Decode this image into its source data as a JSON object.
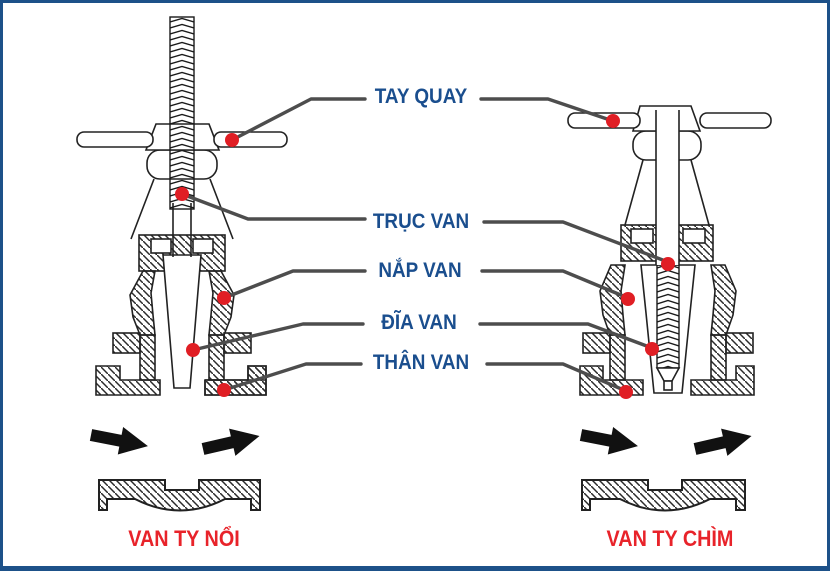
{
  "diagram": {
    "part_labels": {
      "tay_quay": "TAY QUAY",
      "truc_van": "TRỤC VAN",
      "nap_van": "NẮP VAN",
      "dia_van": "ĐĨA VAN",
      "than_van": "THÂN VAN"
    },
    "captions": {
      "left_valve": "VAN TY NỔI",
      "right_valve": "VAN TY CHÌM"
    },
    "colors": {
      "label_blue": "#1a4e8e",
      "caption_red": "#e8232a",
      "marker_dot_red": "#e01e24",
      "callout_line_gray": "#4d4d4d",
      "border_blue": "#1d5189",
      "linework_black": "#222222",
      "background": "#ffffff"
    }
  }
}
